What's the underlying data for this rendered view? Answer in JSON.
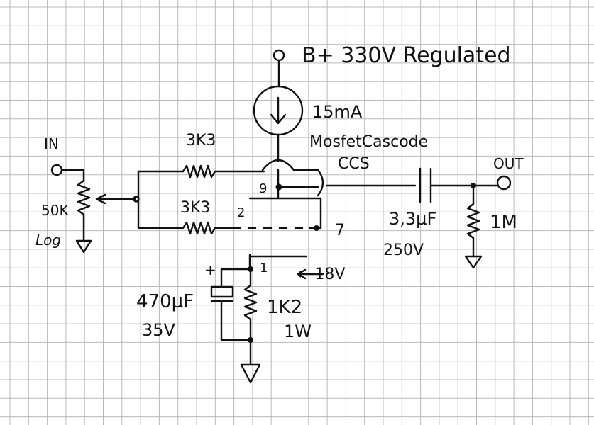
{
  "supply": {
    "label": "B+ 330V Regulated"
  },
  "ccs": {
    "current": "15mA",
    "line1": "MosfetCascode",
    "line2": "CCS"
  },
  "input": {
    "label": "IN",
    "pot_value": "50K",
    "pot_taper": "Log"
  },
  "grid_stoppers": {
    "r_top": "3K3",
    "r_bottom": "3K3"
  },
  "tube": {
    "pin_top": "9",
    "pin_bottom_left": "2",
    "pin_bottom_right": "7",
    "pin_cathode": "1"
  },
  "output": {
    "label": "OUT",
    "cap_value": "3,3µF",
    "cap_voltage": "250V",
    "r_load": "1M"
  },
  "cathode": {
    "cap_value": "470µF",
    "cap_voltage": "35V",
    "cap_polarity": "+",
    "resistor": "1K2",
    "resistor_power": "1W",
    "bias_voltage": "← 18V"
  },
  "colors": {
    "paper": "#ffffff",
    "grid": "#b9b9b9",
    "ink": "#111111"
  }
}
